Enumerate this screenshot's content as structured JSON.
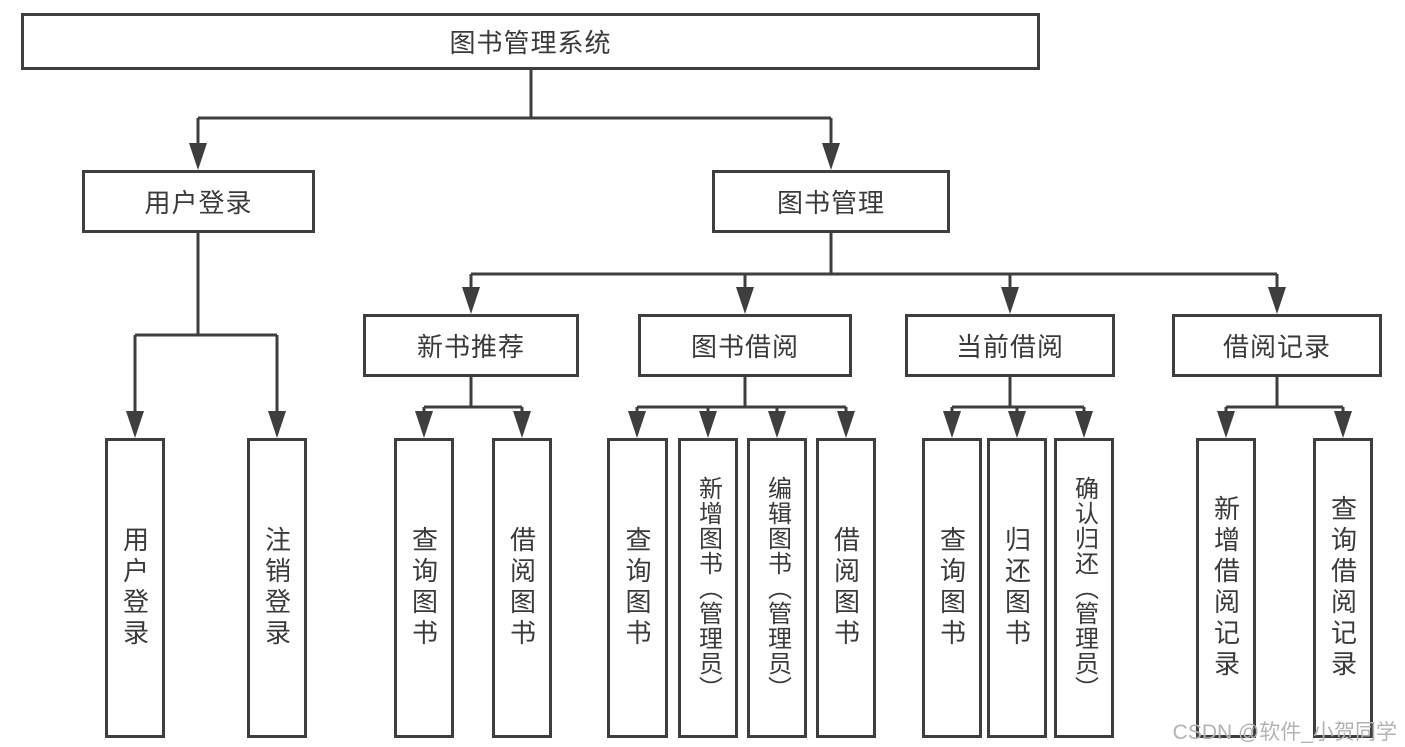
{
  "diagram": {
    "type": "tree",
    "watermark": "CSDN @软件_小贺同学",
    "colors": {
      "line": "#3e3e3e",
      "node_border": "#3e3e3e",
      "text": "#3a3a3a",
      "background": "#ffffff",
      "watermark": "#b3b3b3"
    }
  },
  "nodes": {
    "root": {
      "label": "图书管理系统"
    },
    "level2": [
      {
        "label": "用户登录",
        "parent": "图书管理系统"
      },
      {
        "label": "图书管理",
        "parent": "图书管理系统"
      }
    ],
    "level3": [
      {
        "label": "新书推荐",
        "parent": "图书管理"
      },
      {
        "label": "图书借阅",
        "parent": "图书管理"
      },
      {
        "label": "当前借阅",
        "parent": "图书管理"
      },
      {
        "label": "借阅记录",
        "parent": "图书管理"
      }
    ],
    "leaves": [
      {
        "label": "用户登录",
        "parent": "用户登录"
      },
      {
        "label": "注销登录",
        "parent": "用户登录"
      },
      {
        "label": "查询图书",
        "parent": "新书推荐"
      },
      {
        "label": "借阅图书",
        "parent": "新书推荐"
      },
      {
        "label": "查询图书",
        "parent": "图书借阅"
      },
      {
        "label": "新增图书（管理员）",
        "parent": "图书借阅"
      },
      {
        "label": "编辑图书（管理员）",
        "parent": "图书借阅"
      },
      {
        "label": "借阅图书",
        "parent": "图书借阅"
      },
      {
        "label": "查询图书",
        "parent": "当前借阅"
      },
      {
        "label": "归还图书",
        "parent": "当前借阅"
      },
      {
        "label": "确认归还（管理员）",
        "parent": "当前借阅"
      },
      {
        "label": "新增借阅记录",
        "parent": "借阅记录"
      },
      {
        "label": "查询借阅记录",
        "parent": "借阅记录"
      }
    ]
  }
}
